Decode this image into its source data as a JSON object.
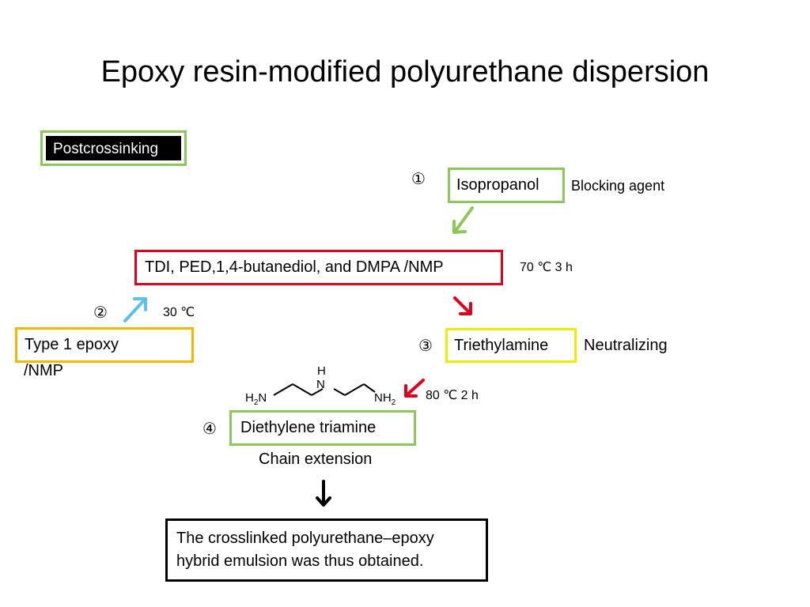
{
  "title": "Epoxy resin-modified polyurethane dispersion",
  "badge": "Postcrossinking",
  "steps": {
    "isopropanol": {
      "number": "①",
      "label": "Isopropanol",
      "note": "Blocking agent"
    },
    "main": {
      "label": "TDI, PED,1,4-butanediol, and DMPA /NMP",
      "condition": "70 ℃ 3 h"
    },
    "epoxy": {
      "number": "②",
      "label_line1": "Type 1 epoxy",
      "label_line2": "/NMP",
      "condition": "30 ℃"
    },
    "triethylamine": {
      "number": "③",
      "label": "Triethylamine",
      "note": "Neutralizing"
    },
    "deta": {
      "number": "④",
      "label": "Diethylene triamine",
      "condition": "80 ℃ 2 h",
      "note": "Chain extension"
    },
    "result": {
      "line1": "The crosslinked polyurethane–epoxy",
      "line2": "hybrid emulsion was thus obtained."
    }
  },
  "structure": {
    "h_top": "H",
    "n_center": "N",
    "h2n": "H2N",
    "nh2": "NH2"
  },
  "colors": {
    "green": "#8cc759",
    "red": "#e3001b",
    "yellow_orange": "#f5b800",
    "yellow": "#f0ec00",
    "light_blue": "#5bc0eb",
    "black": "#000000"
  },
  "icons": [
    "green-arrow-icon",
    "red-arrow-icon",
    "blue-arrow-icon",
    "down-arrow-icon"
  ]
}
